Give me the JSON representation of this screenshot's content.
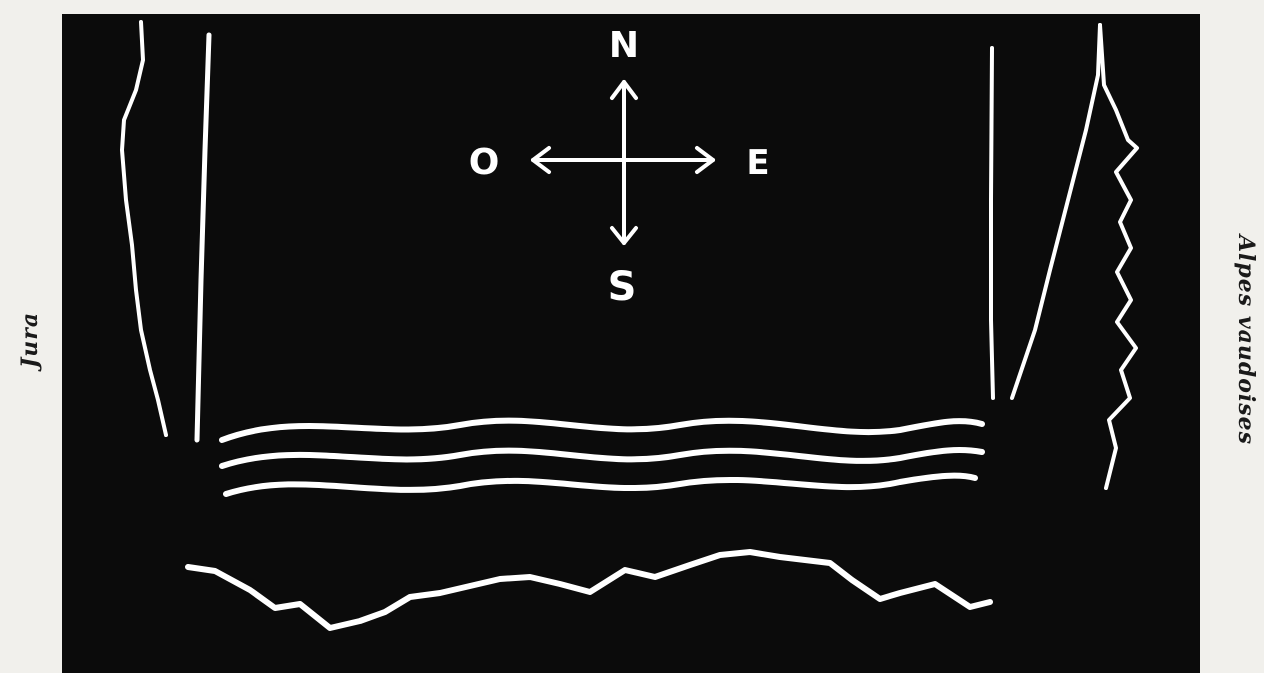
{
  "labels": {
    "left": "Jura",
    "right": "Alpes vaudoises"
  },
  "compass": {
    "north": "N",
    "west": "O",
    "east": "E",
    "south": "S"
  },
  "colors": {
    "background": "#0b0b0b",
    "line": "#ffffff",
    "paper": "#f1f0ec"
  }
}
